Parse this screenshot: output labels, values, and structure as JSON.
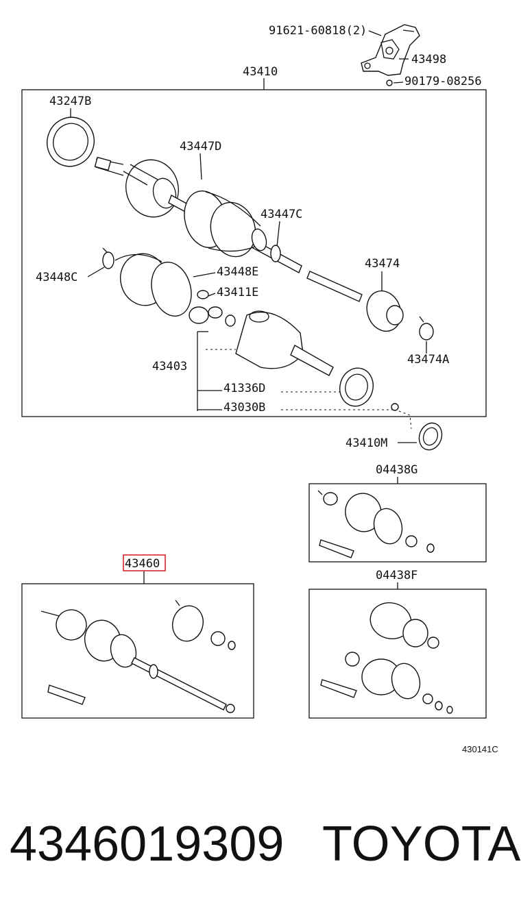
{
  "labels": {
    "p91621": "91621-60818(2)",
    "p43498": "43498",
    "p90179": "90179-08256",
    "p43410": "43410",
    "p43247B": "43247B",
    "p43447D": "43447D",
    "p43447C": "43447C",
    "p43448C": "43448C",
    "p43448E": "43448E",
    "p43474": "43474",
    "p43411E": "43411E",
    "p43403": "43403",
    "p43474A": "43474A",
    "p41336D": "41336D",
    "p43030B": "43030B",
    "p43410M": "43410M",
    "p04438G": "04438G",
    "p43460": "43460",
    "p04438F": "04438F"
  },
  "diagram_code": "430141C",
  "footer": {
    "part_number": "4346019309",
    "brand": "TOYOTA"
  },
  "highlight_color": "#d9262c"
}
